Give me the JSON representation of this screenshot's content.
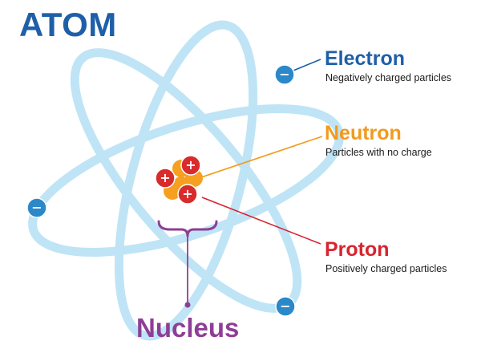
{
  "title": "ATOM",
  "colors": {
    "title": "#1f5fa8",
    "electron": "#1f5fa8",
    "neutron": "#f29a1b",
    "proton": "#d8242f",
    "nucleus": "#8e3e96",
    "orbit": "#bfe4f6",
    "electron_fill": "#2b88c9",
    "neutron_fill": "#f5a020",
    "proton_fill": "#d92b2b"
  },
  "labels": {
    "electron": {
      "name": "Electron",
      "description": "Negatively charged particles"
    },
    "neutron": {
      "name": "Neutron",
      "description": "Particles with no charge"
    },
    "proton": {
      "name": "Proton",
      "description": "Positively charged particles"
    },
    "nucleus": {
      "name": "Nucleus"
    }
  },
  "symbols": {
    "electron": "−",
    "proton": "+"
  }
}
